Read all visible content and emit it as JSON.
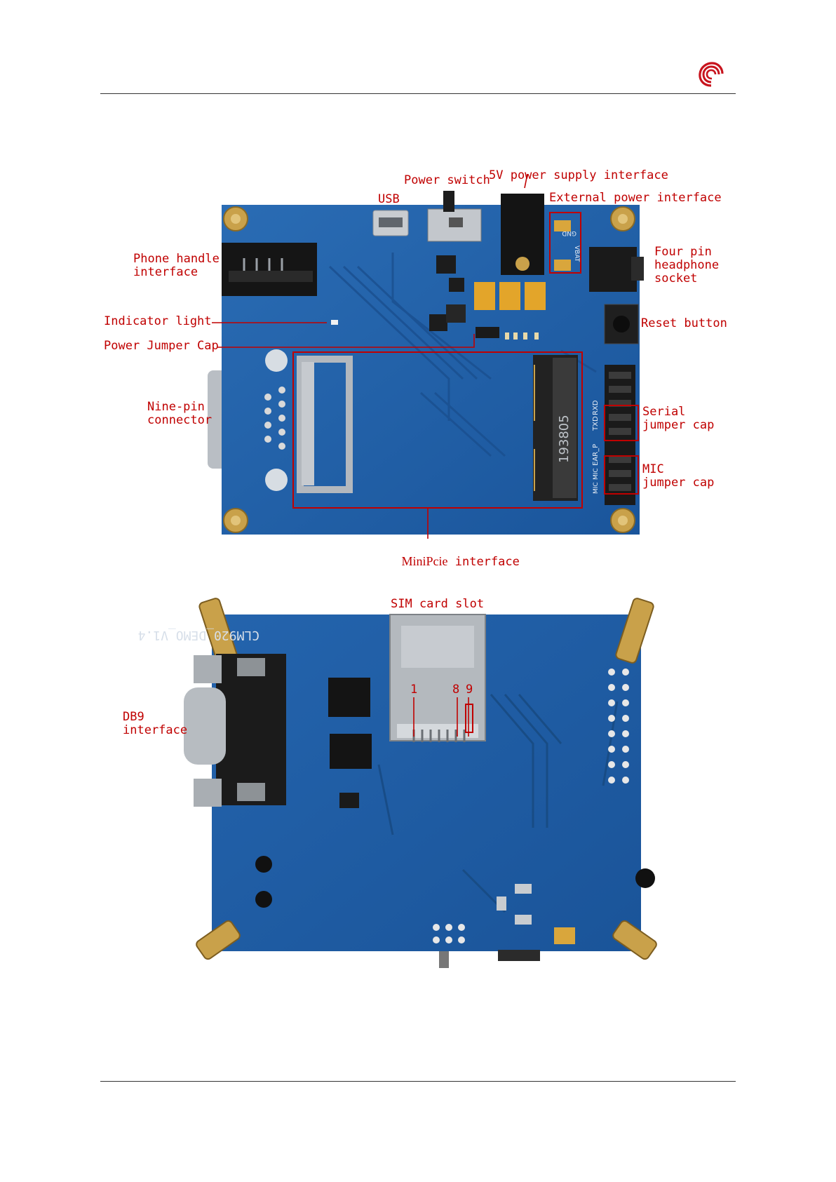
{
  "logo": {
    "icon": "swirl-logo-icon",
    "color": "#c8141e"
  },
  "board_top": {
    "silkscreen": {
      "gnd": "GND",
      "vbat": "VBAT",
      "rxd": "RXD",
      "txd": "TXD",
      "ear": "EAR_P",
      "mic": "MIC",
      "mic2": "MIC",
      "chip": "193805"
    },
    "labels": {
      "power_switch": "Power switch",
      "power_supply": "5V power supply interface",
      "usb": "USB",
      "external_power": "External power interface",
      "phone_handle": "Phone handle\ninterface",
      "headphone": "Four pin\nheadphone\nsocket",
      "indicator": "Indicator light",
      "reset": "Reset button",
      "power_jumper": "Power Jumper Cap",
      "nine_pin": "Nine-pin\nconnector",
      "serial_jumper": "Serial\njumper cap",
      "mic_jumper": "MIC\njumper cap",
      "minipcie_a": "MiniPcie",
      "minipcie_b": "interface"
    }
  },
  "board_bottom": {
    "silkscreen": {
      "model": "CLM920_DEMO_V1.4"
    },
    "labels": {
      "sim_slot": "SIM card slot",
      "db9": "DB9\ninterface",
      "pin1": "1",
      "pin8": "8",
      "pin9": "9"
    }
  },
  "colors": {
    "pcb": "#1e5fa8",
    "accent": "#c00000"
  }
}
